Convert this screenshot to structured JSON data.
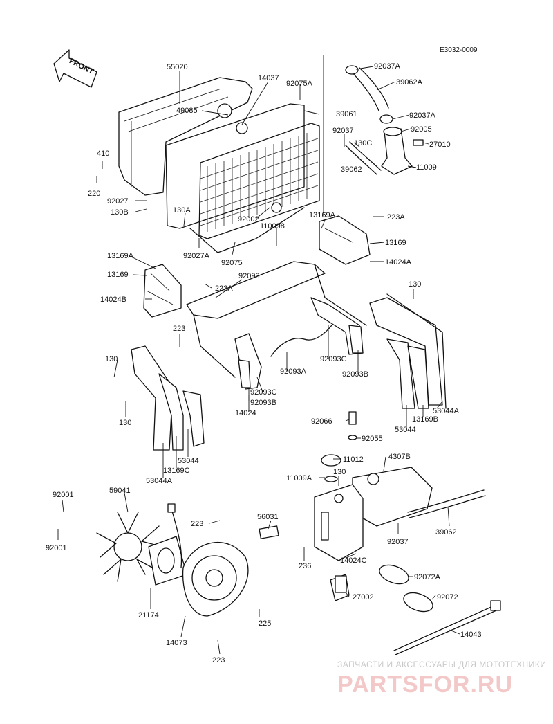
{
  "diagram_code": "E3032-0009",
  "front_label": "FRONT",
  "watermark": {
    "line1": "ЗАПЧАСТИ И АКСЕССУАРЫ ДЛЯ МОТОТЕХНИКИ",
    "line2": "PARTSFOR.RU"
  },
  "parts": {
    "p55020": "55020",
    "p14037": "14037",
    "p92075A": "92075A",
    "p49085": "49085",
    "p39061": "39061",
    "p92037A_1": "92037A",
    "p39062A": "39062A",
    "p92037A_2": "92037A",
    "p92005": "92005",
    "p92037": "92037",
    "p130C": "130C",
    "p27010": "27010",
    "p39062": "39062",
    "p11009": "11009",
    "p410": "410",
    "p220": "220",
    "p92027": "92027",
    "p130B": "130B",
    "p130A": "130A",
    "p92002": "92002",
    "p110098": "110098",
    "p92027A": "92027A",
    "p92075": "92075",
    "p13169A_r": "13169A",
    "p223A_r": "223A",
    "p13169_r": "13169",
    "p14024A": "14024A",
    "p13169A_l": "13169A",
    "p13169_l": "13169",
    "p92093": "92093",
    "p223A_l": "223A",
    "p14024B": "14024B",
    "p130_r": "130",
    "p223_m": "223",
    "p92093C_1": "92093C",
    "p92093A": "92093A",
    "p92093B_1": "92093B",
    "p92093C_2": "92093C",
    "p92093B_2": "92093B",
    "p14024": "14024",
    "p130_l1": "130",
    "p130_l2": "130",
    "p53044_c": "53044",
    "p13169C": "13169C",
    "p53044A_l": "53044A",
    "p92066": "92066",
    "p92055": "92055",
    "p53044_r": "53044",
    "p13169B": "13169B",
    "p53044A_r": "53044A",
    "p11012": "11012",
    "p4307B": "4307B",
    "p11009A": "11009A",
    "p130_t": "130",
    "p92001_1": "92001",
    "p59041": "59041",
    "p92001_2": "92001",
    "p223_f": "223",
    "p56031": "56031",
    "p236": "236",
    "p14024C": "14024C",
    "p92037_t": "92037",
    "p39062_t": "39062",
    "p92072A": "92072A",
    "p27002": "27002",
    "p92072": "92072",
    "p21174": "21174",
    "p225": "225",
    "p14073": "14073",
    "p14043": "14043",
    "p223_b": "223"
  }
}
